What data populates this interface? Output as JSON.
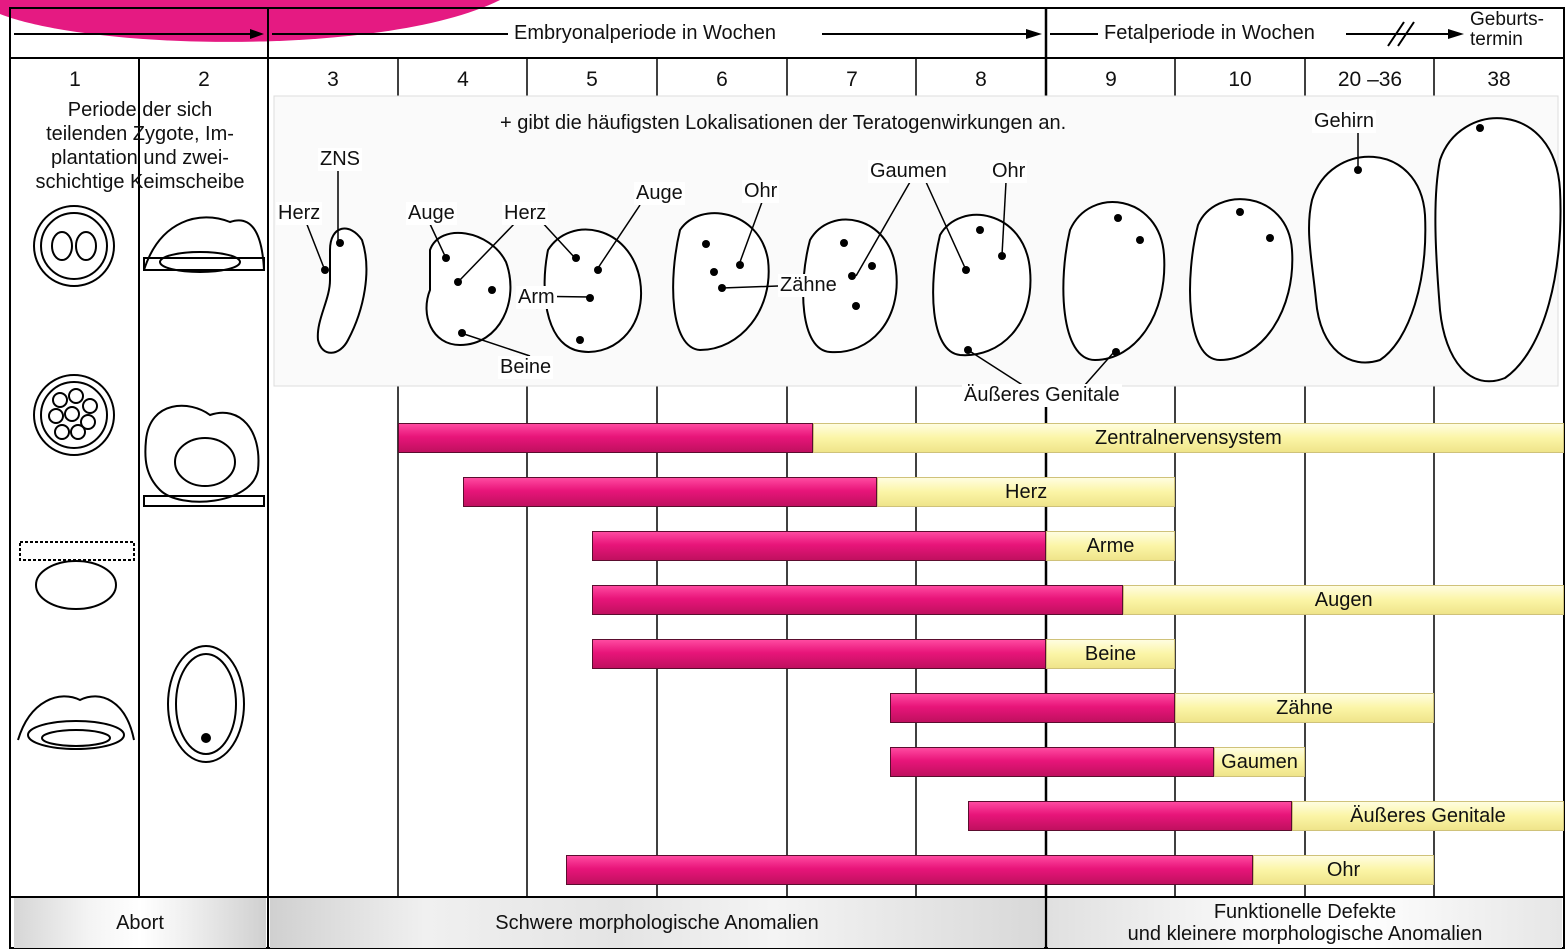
{
  "header": {
    "embryonic_label": "Embryonalperiode in Wochen",
    "fetal_label": "Fetalperiode in Wochen",
    "birth_label_line1": "Geburts-",
    "birth_label_line2": "termin"
  },
  "weeks": [
    "1",
    "2",
    "3",
    "4",
    "5",
    "6",
    "7",
    "8",
    "9",
    "10",
    "20 –36",
    "38"
  ],
  "stage_text": {
    "line1": "Periode der sich",
    "line2": "teilenden Zygote, Im-",
    "line3": "plantation und zwei-",
    "line4": "schichtige Keimscheibe"
  },
  "note": "+ gibt die häufigsten Lokalisationen der Teratogenwirkungen an.",
  "anatomy_labels": {
    "zns": "ZNS",
    "herz_3": "Herz",
    "auge_4": "Auge",
    "herz_4": "Herz",
    "auge_5": "Auge",
    "ohr_6": "Ohr",
    "arm": "Arm",
    "beine": "Beine",
    "zaehne": "Zähne",
    "gaumen": "Gaumen",
    "ohr_8": "Ohr",
    "genitale": "Äußeres Genitale",
    "gehirn": "Gehirn"
  },
  "chart_data": {
    "type": "gantt",
    "x_axis_label": "Embryonalperiode in Wochen / Fetalperiode in Wochen",
    "categories": [
      "1",
      "2",
      "3",
      "4",
      "5",
      "6",
      "7",
      "8",
      "9",
      "10",
      "20 –36",
      "38"
    ],
    "legend": {
      "severe": "#e8157a",
      "mild": "#fbf5a6"
    },
    "organs": [
      {
        "name": "Zentralnervensystem",
        "severe": [
          3.0,
          6.2
        ],
        "mild": [
          6.2,
          12.0
        ]
      },
      {
        "name": "Herz",
        "severe": [
          3.5,
          6.7
        ],
        "mild": [
          6.7,
          9.0
        ]
      },
      {
        "name": "Arme",
        "severe": [
          4.5,
          8.0
        ],
        "mild": [
          8.0,
          9.0
        ]
      },
      {
        "name": "Augen",
        "severe": [
          4.5,
          8.6
        ],
        "mild": [
          8.6,
          12.0
        ]
      },
      {
        "name": "Beine",
        "severe": [
          4.5,
          8.0
        ],
        "mild": [
          8.0,
          9.0
        ]
      },
      {
        "name": "Zähne",
        "severe": [
          6.8,
          9.0
        ],
        "mild": [
          9.0,
          11.0
        ]
      },
      {
        "name": "Gaumen",
        "severe": [
          6.8,
          9.3
        ],
        "mild": [
          9.3,
          10.0
        ]
      },
      {
        "name": "Äußeres Genitale",
        "severe": [
          7.4,
          9.9
        ],
        "mild": [
          9.9,
          12.0
        ]
      },
      {
        "name": "Ohr",
        "severe": [
          4.3,
          9.6
        ],
        "mild": [
          9.6,
          11.0
        ]
      }
    ]
  },
  "footer": {
    "abort": "Abort",
    "severe": "Schwere morphologische Anomalien",
    "functional_line1": "Funktionelle Defekte",
    "functional_line2": "und kleinere morphologische Anomalien"
  }
}
